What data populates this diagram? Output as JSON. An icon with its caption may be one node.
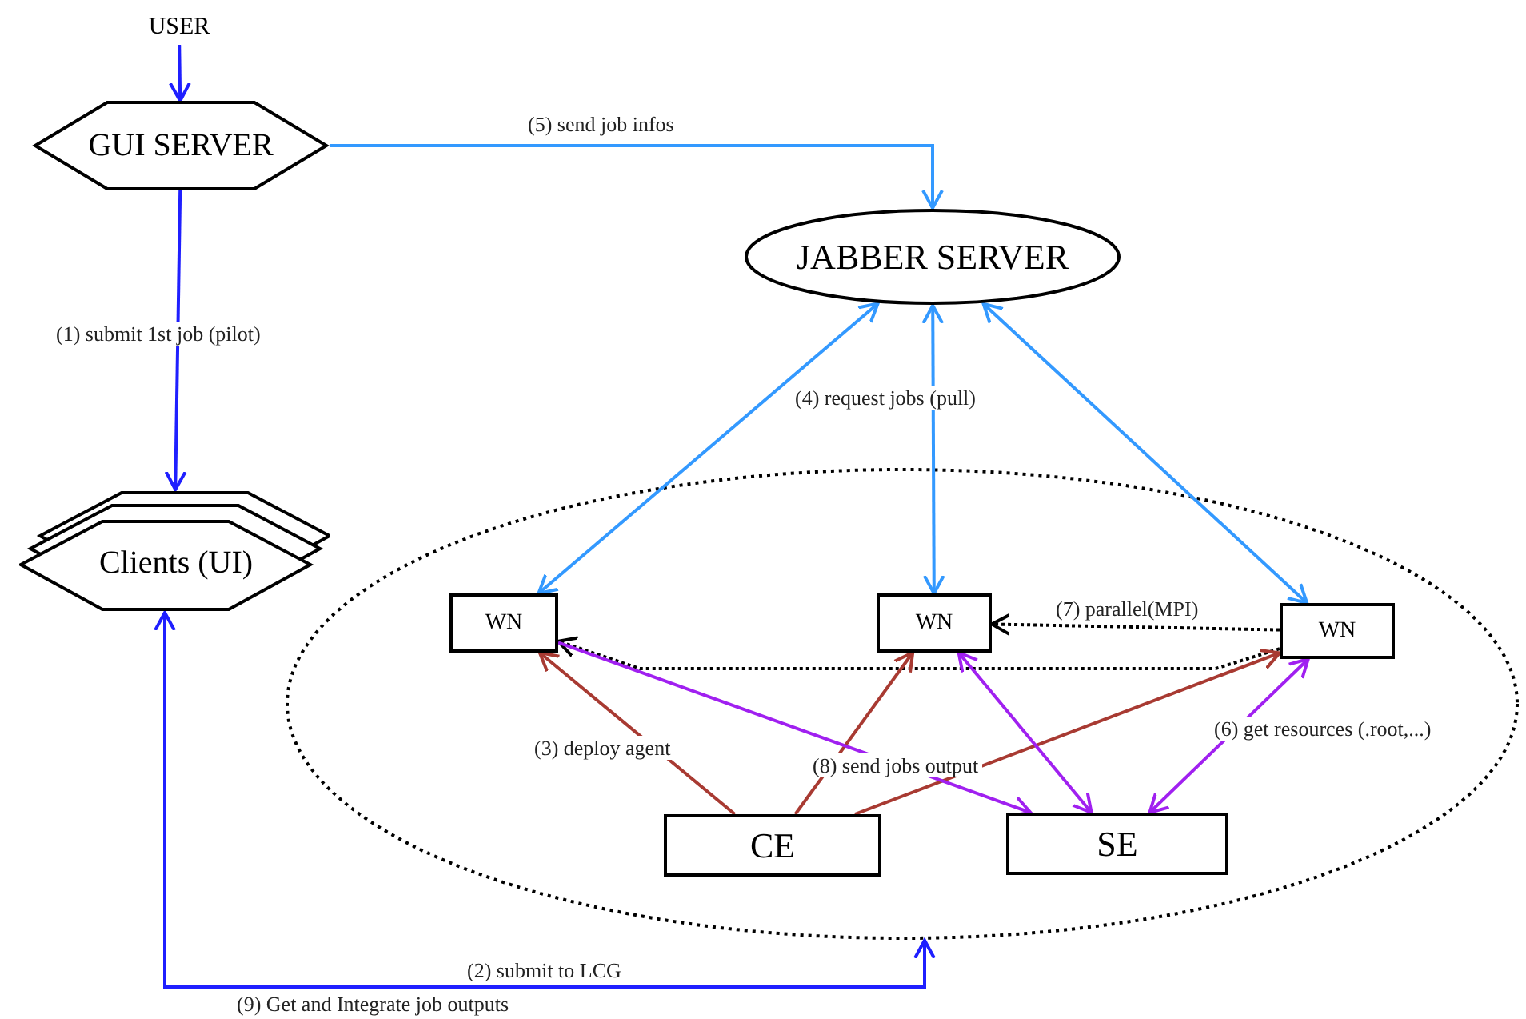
{
  "diagram": {
    "nodes": [
      {
        "text": [
          "USER"
        ]
      },
      {
        "text": [
          "GUI SERVER"
        ]
      },
      {
        "text": [
          "JABBER SERVER"
        ]
      },
      {
        "text": [
          "Clients (UI)"
        ]
      },
      {
        "text": [],
        "shape": "ellipse"
      },
      {
        "text": [
          "WN"
        ],
        "in": 4
      },
      {
        "text": [
          "WN"
        ],
        "in": 4
      },
      {
        "text": [
          "WN"
        ],
        "in": 4
      },
      {
        "text": [
          "CE"
        ],
        "in": 4
      },
      {
        "text": [
          "SE"
        ],
        "in": 4
      }
    ],
    "edges": [
      {
        "from": 0,
        "to": 1,
        "arrow": "to",
        "color": "#1f1fff"
      },
      {
        "from": 1,
        "to": 2,
        "arrow": "to",
        "label": "(5) send job infos",
        "color": "#3399ff"
      },
      {
        "from": 1,
        "to": 3,
        "arrow": "to",
        "label": "(1) submit 1st job (pilot)",
        "color": "#1f1fff"
      },
      {
        "from": 2,
        "to": 5,
        "arrow": "both",
        "color": "#3399ff"
      },
      {
        "from": 2,
        "to": 6,
        "arrow": "both",
        "label": "(4) request jobs (pull)",
        "color": "#3399ff"
      },
      {
        "from": 2,
        "to": 7,
        "arrow": "both",
        "color": "#3399ff"
      },
      {
        "from": 7,
        "to": 6,
        "arrow": "to",
        "label": "(7) parallel(MPI)",
        "style": "dashed",
        "color": "#000000"
      },
      {
        "from": 7,
        "to": 5,
        "arrow": "to",
        "style": "dashed",
        "color": "#000000"
      },
      {
        "from": 8,
        "to": 5,
        "arrow": "to",
        "label": "(3) deploy agent",
        "color": "#a83a32"
      },
      {
        "from": 8,
        "to": 6,
        "arrow": "to",
        "color": "#a83a32"
      },
      {
        "from": 8,
        "to": 7,
        "arrow": "to",
        "color": "#a83a32"
      },
      {
        "from": 5,
        "to": 9,
        "arrow": "to",
        "label": "(8) send jobs output",
        "color": "#a020f0"
      },
      {
        "from": 6,
        "to": 9,
        "arrow": "both",
        "color": "#a020f0"
      },
      {
        "from": 7,
        "to": 9,
        "arrow": "both",
        "label": "(6) get resources (.root,...)",
        "color": "#a020f0"
      },
      {
        "from": 3,
        "to": 4,
        "arrow": "both",
        "label": "(2) submit to LCG",
        "color": "#1f1fff"
      }
    ],
    "labels": [
      "(9) Get and Integrate job outputs"
    ]
  }
}
